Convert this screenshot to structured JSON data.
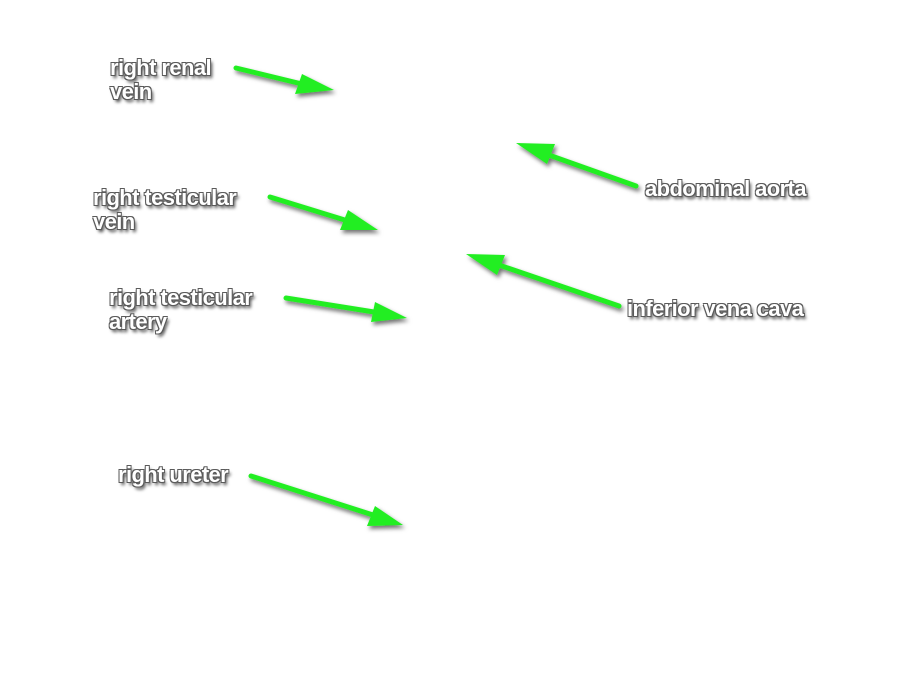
{
  "labels": {
    "right_renal_vein": [
      "right renal",
      "vein"
    ],
    "right_testicular_vein": [
      "right testicular",
      "vein"
    ],
    "right_testicular_artery": [
      "right testicular",
      "artery"
    ],
    "right_ureter": [
      "right ureter"
    ],
    "abdominal_aorta": [
      "abdominal aorta"
    ],
    "inferior_vena_cava": [
      "inferior vena cava"
    ]
  },
  "colors": {
    "arrow": "#22ee22",
    "label_text": "#ffffff",
    "label_outline": "#5a5a5a",
    "background": "#ffffff"
  },
  "icons": {
    "arrow": "arrow-icon"
  }
}
